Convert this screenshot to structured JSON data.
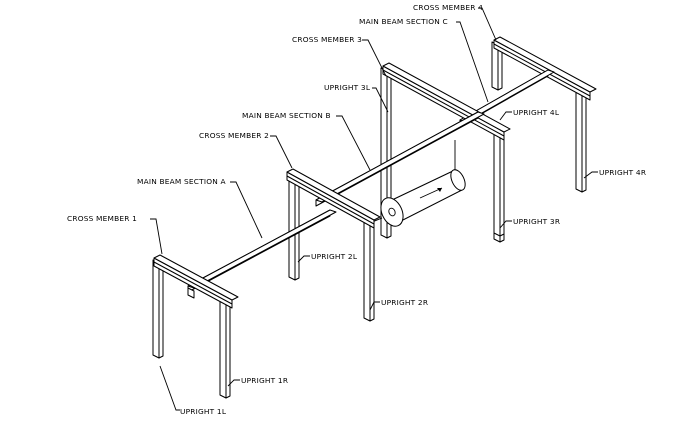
{
  "labels": {
    "cross_member_4": "CROSS MEMBER 4",
    "main_beam_c": "MAIN BEAM SECTION C",
    "cross_member_3": "CROSS MEMBER 3",
    "upright_3l": "UPRIGHT 3L",
    "main_beam_b": "MAIN BEAM SECTION B",
    "upright_4l": "UPRIGHT 4L",
    "cross_member_2": "CROSS MEMBER 2",
    "upright_4r": "UPRIGHT 4R",
    "main_beam_a": "MAIN BEAM SECTION A",
    "cross_member_1": "CROSS MEMBER 1",
    "upright_3r": "UPRIGHT 3R",
    "upright_2l": "UPRIGHT 2L",
    "upright_2r": "UPRIGHT 2R",
    "upright_1r": "UPRIGHT 1R",
    "upright_1l": "UPRIGHT 1L"
  }
}
